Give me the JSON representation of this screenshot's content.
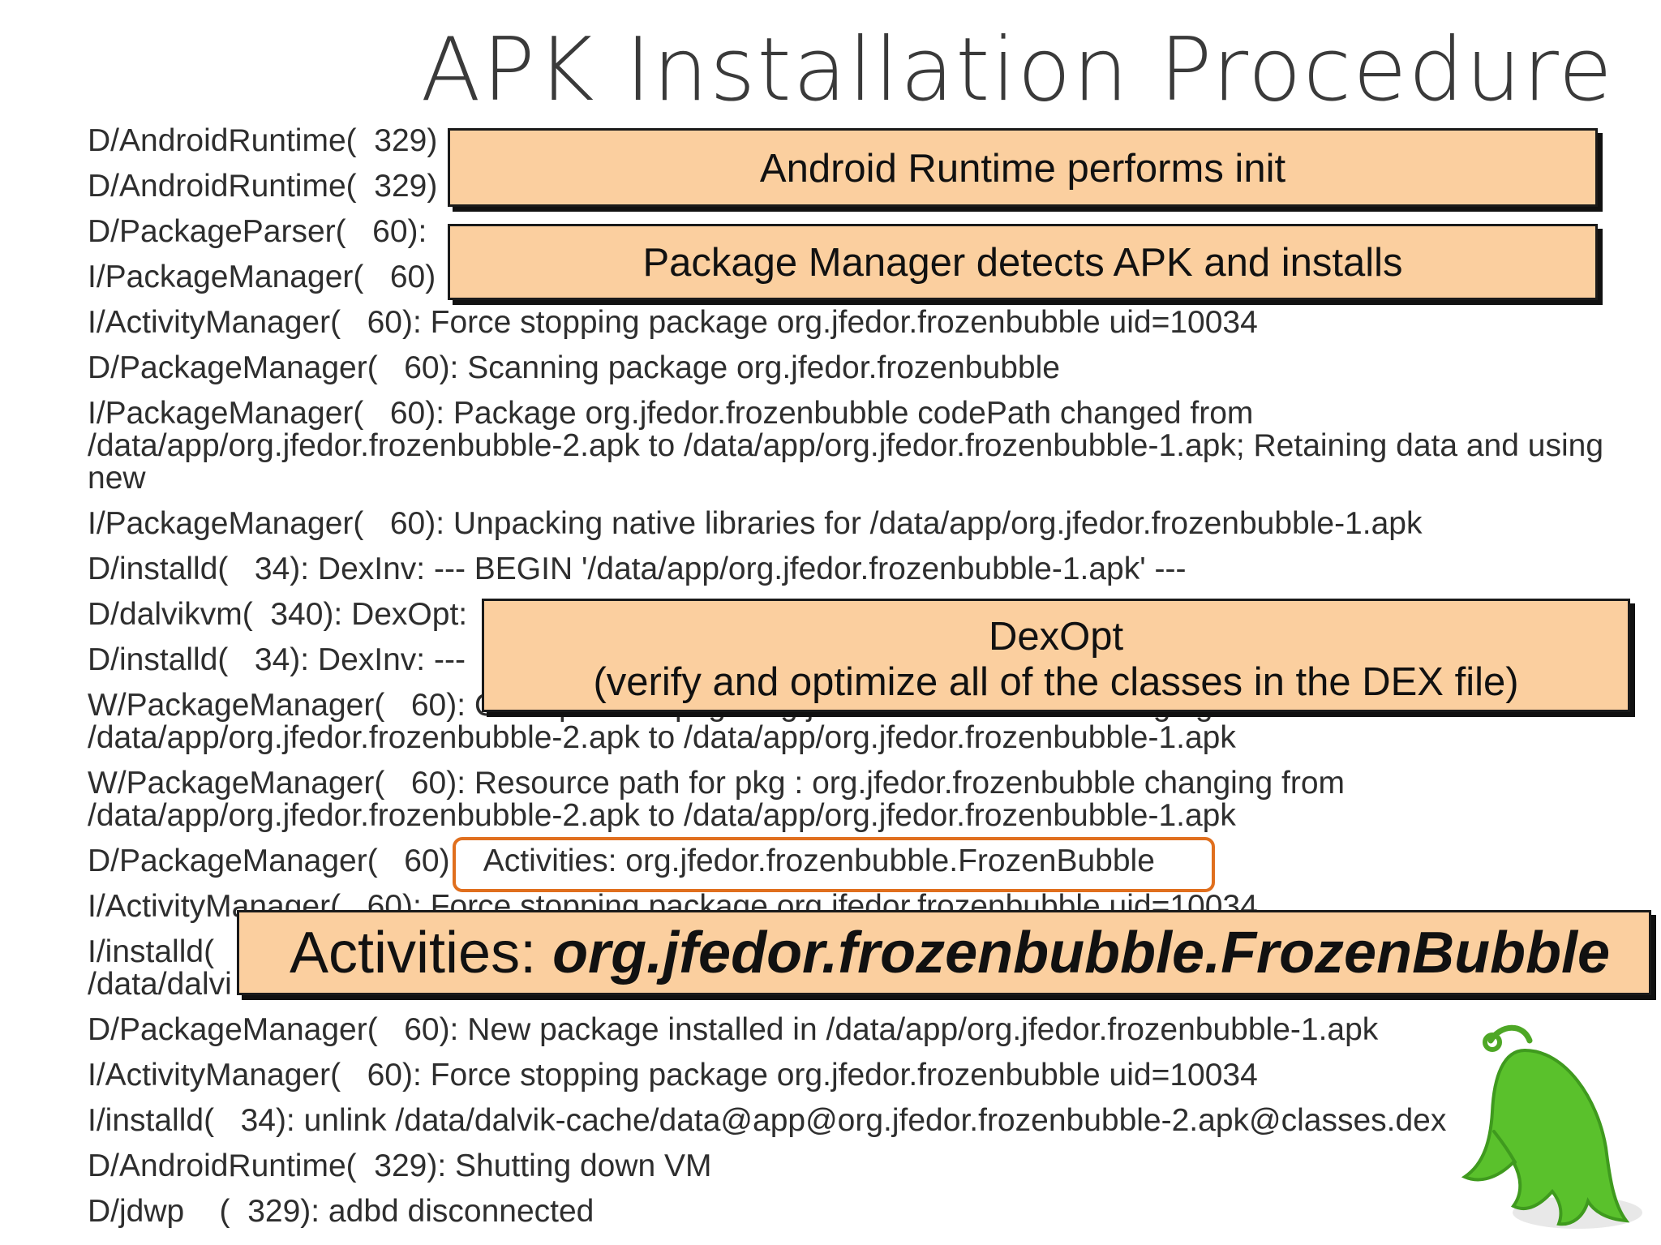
{
  "title": "APK Installation Procedure",
  "log_lines": [
    "D/AndroidRuntime(  329)",
    "D/AndroidRuntime(  329)",
    "D/PackageParser(   60): ",
    "I/PackageManager(   60)",
    "I/ActivityManager(   60): Force stopping package org.jfedor.frozenbubble uid=10034",
    "D/PackageManager(   60): Scanning package org.jfedor.frozenbubble",
    "I/PackageManager(   60): Package org.jfedor.frozenbubble codePath changed from /data/app/org.jfedor.frozenbubble-2.apk to /data/app/org.jfedor.frozenbubble-1.apk; Retaining data and using new",
    "I/PackageManager(   60): Unpacking native libraries for /data/app/org.jfedor.frozenbubble-1.apk",
    "D/installd(   34): DexInv: --- BEGIN '/data/app/org.jfedor.frozenbubble-1.apk' ---",
    "D/dalvikvm(  340): DexOpt:",
    "D/installd(   34): DexInv: ---",
    "W/PackageManager(   60): Code path for pkg : org.jfedor.frozenbubble changing from /data/app/org.jfedor.frozenbubble-2.apk to /data/app/org.jfedor.frozenbubble-1.apk",
    "W/PackageManager(   60): Resource path for pkg : org.jfedor.frozenbubble changing from /data/app/org.jfedor.frozenbubble-2.apk to /data/app/org.jfedor.frozenbubble-1.apk",
    "D/PackageManager(   60):   Activities: org.jfedor.frozenbubble.FrozenBubble",
    "I/ActivityManager(   60): Force stopping package org.jfedor.frozenbubble uid=10034",
    "I/installd(",
    "/data/dalvi",
    "D/PackageManager(   60): New package installed in /data/app/org.jfedor.frozenbubble-1.apk",
    "I/ActivityManager(   60): Force stopping package org.jfedor.frozenbubble uid=10034",
    "I/installd(   34): unlink /data/dalvik-cache/data@app@org.jfedor.frozenbubble-2.apk@classes.dex",
    "D/AndroidRuntime(  329): Shutting down VM",
    "D/jdwp    (  329): adbd disconnected"
  ],
  "callouts": {
    "runtime": "Android Runtime performs init",
    "package_manager": "Package Manager detects APK and installs",
    "dexopt_title": "DexOpt",
    "dexopt_detail": "(verify and optimize all of the classes in the DEX file)"
  },
  "activities_callout": {
    "prefix": "Activities: ",
    "class_name": "org.jfedor.frozenbubble.FrozenBubble"
  },
  "colors": {
    "callout_fill": "#fbcf9f",
    "highlight_border": "#e06f1e",
    "mascot_green": "#5ac12c"
  },
  "mascot_icon": "green-ghost-mascot-icon"
}
